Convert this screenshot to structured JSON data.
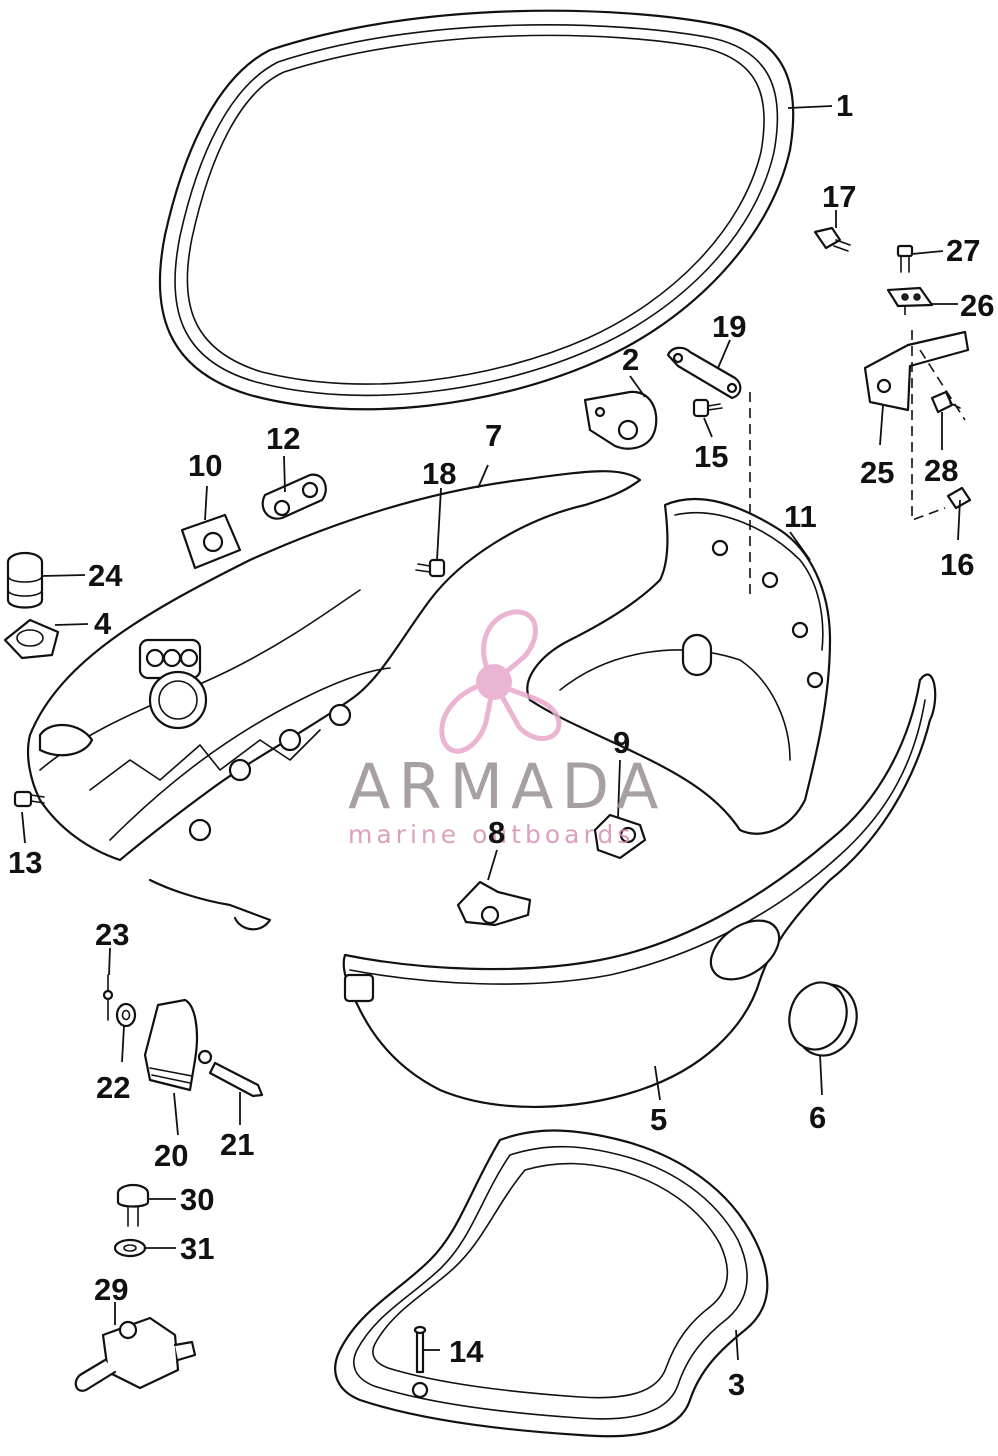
{
  "diagram": {
    "callouts": [
      "1",
      "2",
      "3",
      "4",
      "5",
      "6",
      "7",
      "8",
      "9",
      "10",
      "11",
      "12",
      "13",
      "14",
      "15",
      "16",
      "17",
      "18",
      "19",
      "20",
      "21",
      "22",
      "23",
      "24",
      "25",
      "26",
      "27",
      "28",
      "29",
      "30",
      "31"
    ]
  },
  "watermark": {
    "name": "ARMADA",
    "tagline": "marine outboards",
    "colors": {
      "name": "#9a8f91",
      "tagline": "#d78fb6",
      "propeller": "#e8a8cc"
    }
  }
}
